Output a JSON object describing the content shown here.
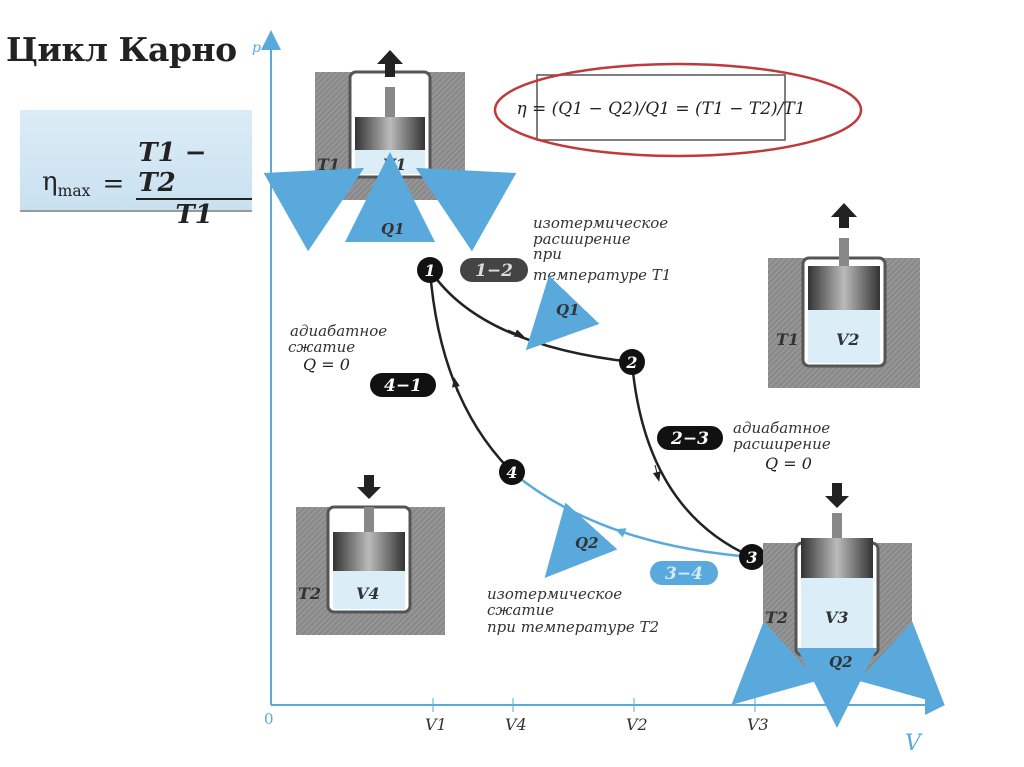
{
  "title": "Цикл Карно",
  "efficiency_max": {
    "lhs": "η",
    "lhs_sub": "max",
    "eq": "=",
    "num": "T1 − T2",
    "den": "T1"
  },
  "efficiency_formula": "η = (Q1 − Q2)/Q1 = (T1 − T2)/T1",
  "axes": {
    "y_label": "p",
    "x_label": "V",
    "origin": "0",
    "ticks": [
      "V1",
      "V4",
      "V2",
      "V3"
    ]
  },
  "points": [
    "1",
    "2",
    "3",
    "4"
  ],
  "processes": {
    "p12": {
      "badge": "1−2",
      "text": [
        "изотермическое",
        "расширение",
        "при",
        "температуре T1"
      ],
      "heat": "Q1"
    },
    "p23": {
      "badge": "2−3",
      "text": [
        "адиабатное",
        "расширение",
        "Q = 0"
      ]
    },
    "p34": {
      "badge": "3−4",
      "text": [
        "изотермическое",
        "сжатие",
        "при температуре T2"
      ],
      "heat": "Q2"
    },
    "p41": {
      "badge": "4−1",
      "text": [
        "адиабатное",
        "сжатие",
        "Q = 0"
      ]
    }
  },
  "cylinders": [
    {
      "temp": "T1",
      "volume": "V1",
      "heat": "Q1"
    },
    {
      "temp": "T1",
      "volume": "V2"
    },
    {
      "temp": "T2",
      "volume": "V4"
    },
    {
      "temp": "T2",
      "volume": "V3",
      "heat": "Q2"
    }
  ],
  "colors": {
    "axis": "#5aa9dd",
    "cycle": "#222222",
    "cold": "#5aa9dd",
    "ellipse": "#c0393b",
    "gas": "#dbeef8"
  }
}
